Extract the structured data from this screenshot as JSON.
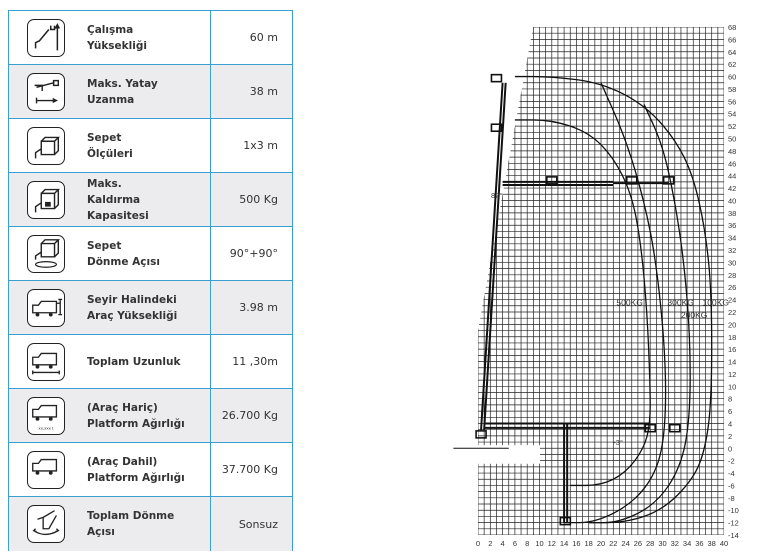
{
  "specs": [
    {
      "label": "Çalışma\nYüksekliği",
      "value": "60 m",
      "icon": "working-height-icon"
    },
    {
      "label": "Maks. Yatay\nUzanma",
      "value": "38 m",
      "icon": "horizontal-reach-icon"
    },
    {
      "label": "Sepet\nÖlçüleri",
      "value": "1x3 m",
      "icon": "basket-size-icon"
    },
    {
      "label": "Maks.\nKaldırma\nKapasitesi",
      "value": "500 Kg",
      "icon": "lift-capacity-icon"
    },
    {
      "label": "Sepet\nDönme Açısı",
      "value": "90°+90°",
      "icon": "basket-rotation-icon"
    },
    {
      "label": "Seyir Halindeki\nAraç Yüksekliği",
      "value": "3.98 m",
      "icon": "vehicle-height-icon"
    },
    {
      "label": "Toplam Uzunluk",
      "value": "11 ,30m",
      "icon": "total-length-icon"
    },
    {
      "label": "(Araç Hariç)\nPlatform Ağırlığı",
      "value": "26.700 Kg",
      "icon": "platform-weight-icon",
      "icon_text": "xx,xxx t"
    },
    {
      "label": "(Araç Dahil)\nPlatform Ağırlığı",
      "value": "37.700 Kg",
      "icon": "total-weight-icon"
    },
    {
      "label": "Toplam Dönme\nAçısı",
      "value": "Sonsuz",
      "icon": "total-rotation-icon"
    }
  ],
  "chart_data": {
    "type": "line",
    "title": "",
    "xlim": [
      0,
      40
    ],
    "ylim": [
      -14,
      68
    ],
    "x_ticks": [
      "0",
      "2",
      "4",
      "6",
      "8",
      "10",
      "12",
      "14",
      "16",
      "18",
      "20",
      "22",
      "24",
      "26",
      "28",
      "30",
      "32",
      "34",
      "36",
      "38",
      "40"
    ],
    "y_ticks": [
      "68",
      "66",
      "64",
      "62",
      "60",
      "58",
      "56",
      "54",
      "52",
      "50",
      "48",
      "46",
      "44",
      "42",
      "40",
      "38",
      "36",
      "34",
      "32",
      "30",
      "28",
      "26",
      "24",
      "22",
      "20",
      "18",
      "16",
      "14",
      "12",
      "10",
      "8",
      "6",
      "4",
      "2",
      "0",
      "-2",
      "-4",
      "-6",
      "-8",
      "-10",
      "-12",
      "-14"
    ],
    "grid": true,
    "series": [
      {
        "name": "100KG",
        "points": [
          [
            6,
            60
          ],
          [
            12,
            60
          ],
          [
            20,
            59
          ],
          [
            27,
            55.5
          ],
          [
            32,
            50
          ],
          [
            35,
            44
          ],
          [
            37,
            35
          ],
          [
            38,
            25
          ],
          [
            38,
            8
          ],
          [
            37,
            0
          ],
          [
            35,
            -5
          ],
          [
            30,
            -10
          ],
          [
            24,
            -12
          ],
          [
            18,
            -12
          ]
        ]
      },
      {
        "name": "200KG",
        "points": [
          [
            27,
            55.5
          ],
          [
            30,
            49
          ],
          [
            32,
            40
          ],
          [
            33.5,
            30
          ],
          [
            34.5,
            18
          ],
          [
            34.5,
            5
          ],
          [
            33,
            -3
          ],
          [
            29,
            -9
          ],
          [
            23,
            -12
          ],
          [
            18,
            -12
          ]
        ]
      },
      {
        "name": "300KG",
        "points": [
          [
            20,
            59
          ],
          [
            24,
            50
          ],
          [
            27,
            40
          ],
          [
            29,
            30
          ],
          [
            30.5,
            15
          ],
          [
            30.5,
            3
          ],
          [
            29,
            -4
          ],
          [
            25,
            -9
          ],
          [
            19,
            -12
          ],
          [
            14,
            -12
          ]
        ]
      },
      {
        "name": "500KG",
        "points": [
          [
            6,
            53
          ],
          [
            12,
            53
          ],
          [
            18,
            51
          ],
          [
            22,
            47
          ],
          [
            25,
            41
          ],
          [
            26.5,
            33
          ],
          [
            27.5,
            22
          ],
          [
            28,
            10
          ],
          [
            28,
            4
          ],
          [
            27,
            0
          ],
          [
            24,
            -4
          ],
          [
            20,
            -6
          ],
          [
            15,
            -6
          ]
        ]
      }
    ],
    "annotations": [
      "500KG",
      "300KG",
      "200KG",
      "100KG",
      "82°",
      "-3°"
    ]
  }
}
